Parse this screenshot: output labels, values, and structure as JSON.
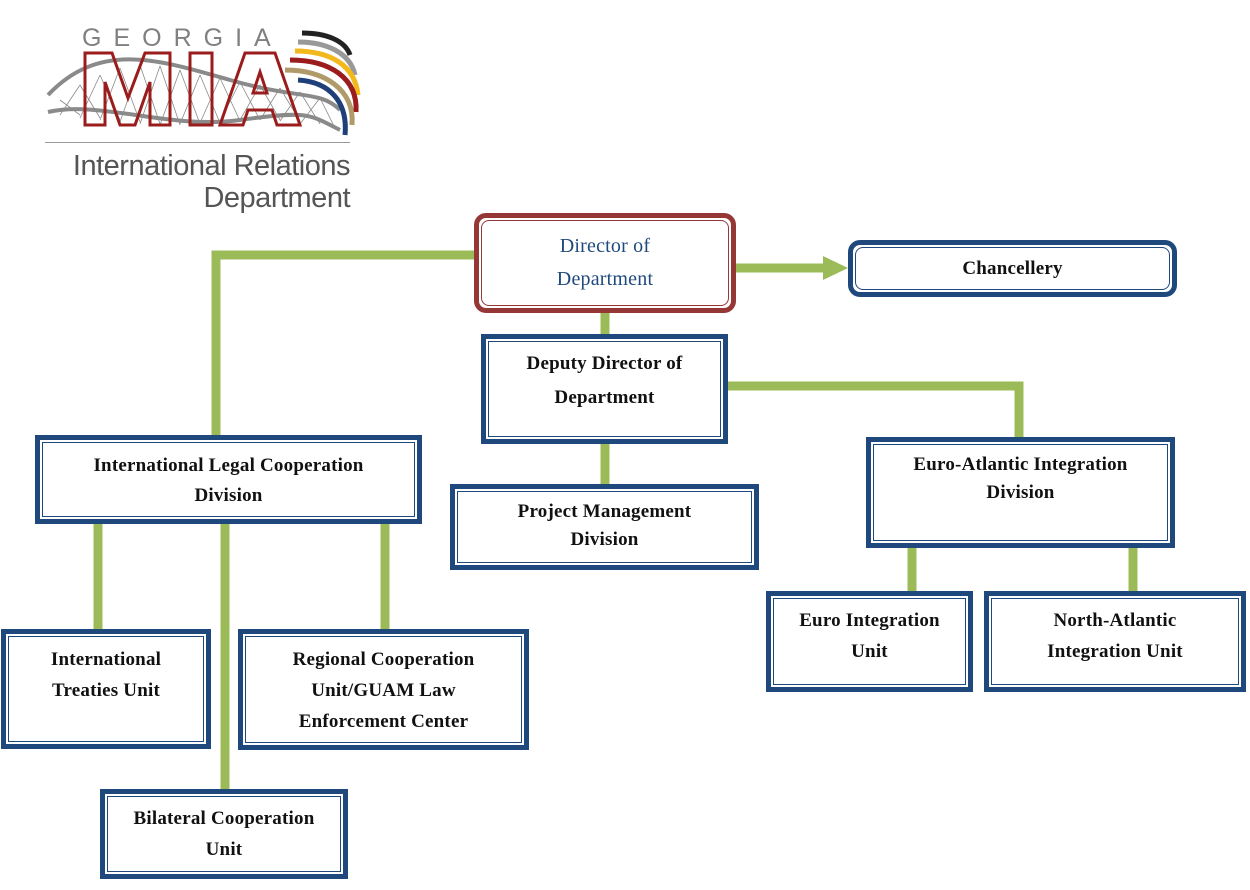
{
  "logo": {
    "top_text": "GEORGIA",
    "acronym": "MIA",
    "title_line1": "International Relations",
    "title_line2": "Department",
    "colors": {
      "acronym_red": "#9b1c1c",
      "grey": "#8a8a8a",
      "stripe_black": "#222222",
      "stripe_yellow": "#f2b81c",
      "stripe_red": "#9b1c1c",
      "stripe_tan": "#b09a6a",
      "stripe_navy": "#1f3f7a"
    }
  },
  "colors": {
    "connector": "#9bbb59",
    "box_border": "#1f497d",
    "director_border": "#953735",
    "director_text": "#1f497d"
  },
  "org": {
    "director": {
      "line1": "Director of",
      "line2": "Department"
    },
    "chancellery": {
      "line1": "Chancellery"
    },
    "deputy": {
      "line1": "Deputy Director of",
      "line2": "Department"
    },
    "legal_division": {
      "line1": "International Legal Cooperation",
      "line2": "Division"
    },
    "project_division": {
      "line1": "Project Management",
      "line2": "Division"
    },
    "euro_atlantic_division": {
      "line1": "Euro-Atlantic Integration",
      "line2": "Division"
    },
    "treaties_unit": {
      "line1": "International",
      "line2": "Treaties Unit"
    },
    "regional_unit": {
      "line1": "Regional Cooperation",
      "line2": "Unit/GUAM Law",
      "line3": "Enforcement Center"
    },
    "bilateral_unit": {
      "line1": "Bilateral Cooperation",
      "line2": "Unit"
    },
    "euro_unit": {
      "line1": "Euro Integration",
      "line2": "Unit"
    },
    "north_atlantic_unit": {
      "line1": "North-Atlantic",
      "line2": "Integration Unit"
    }
  }
}
